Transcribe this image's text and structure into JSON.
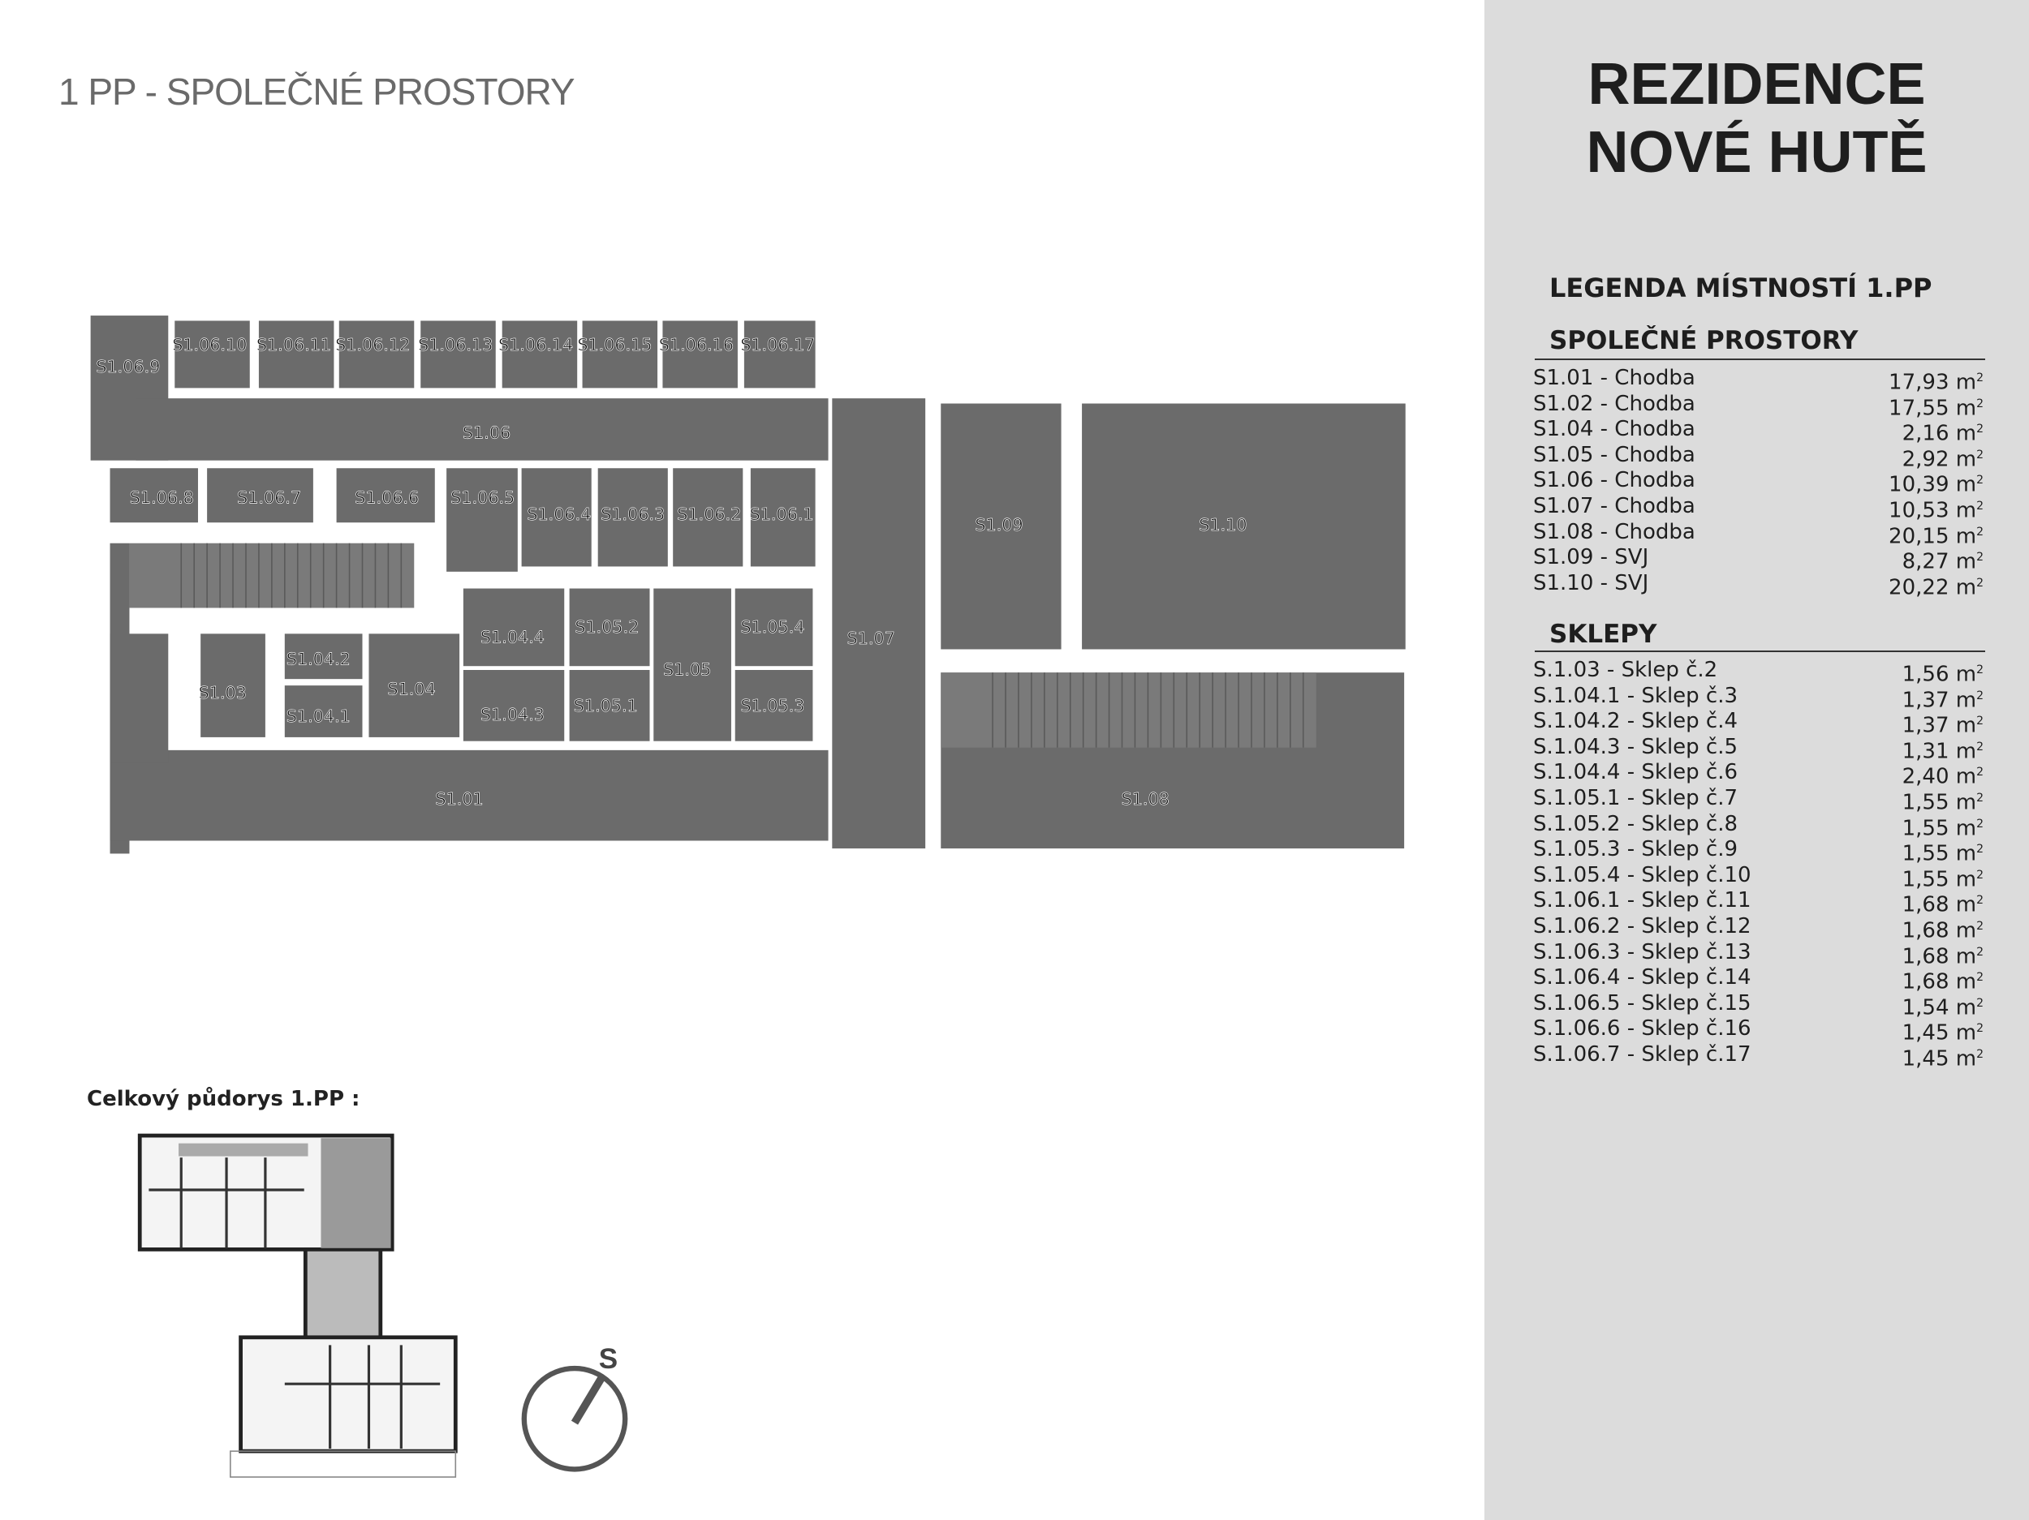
{
  "header": {
    "title": "1 PP - SPOLEČNÉ PROSTORY"
  },
  "brand": {
    "line1": "REZIDENCE",
    "line2": "NOVÉ HUTĚ"
  },
  "legend": {
    "title": "LEGENDA MÍSTNOSTÍ 1.PP",
    "unit": "m",
    "unit_sup": "2",
    "common": {
      "heading": "SPOLEČNÉ PROSTORY",
      "items": [
        {
          "name": "S1.01 - Chodba",
          "area": "17,93"
        },
        {
          "name": "S1.02 - Chodba",
          "area": "17,55"
        },
        {
          "name": "S1.04 - Chodba",
          "area": "2,16"
        },
        {
          "name": "S1.05 - Chodba",
          "area": "2,92"
        },
        {
          "name": "S1.06 - Chodba",
          "area": "10,39"
        },
        {
          "name": "S1.07 - Chodba",
          "area": "10,53"
        },
        {
          "name": "S1.08 - Chodba",
          "area": "20,15"
        },
        {
          "name": "S1.09 - SVJ",
          "area": "8,27"
        },
        {
          "name": "S1.10 - SVJ",
          "area": "20,22"
        }
      ]
    },
    "cellars": {
      "heading": "SKLEPY",
      "items": [
        {
          "name": "S.1.03 - Sklep č.2",
          "area": "1,56"
        },
        {
          "name": "S.1.04.1 - Sklep č.3",
          "area": "1,37"
        },
        {
          "name": "S.1.04.2 - Sklep č.4",
          "area": "1,37"
        },
        {
          "name": "S.1.04.3 - Sklep č.5",
          "area": "1,31"
        },
        {
          "name": "S.1.04.4 - Sklep č.6",
          "area": "2,40"
        },
        {
          "name": "S.1.05.1 - Sklep č.7",
          "area": "1,55"
        },
        {
          "name": "S.1.05.2 - Sklep č.8",
          "area": "1,55"
        },
        {
          "name": "S.1.05.3 - Sklep č.9",
          "area": "1,55"
        },
        {
          "name": "S.1.05.4 - Sklep č.10",
          "area": "1,55"
        },
        {
          "name": "S.1.06.1 - Sklep č.11",
          "area": "1,68"
        },
        {
          "name": "S.1.06.2 - Sklep č.12",
          "area": "1,68"
        },
        {
          "name": "S.1.06.3 - Sklep č.13",
          "area": "1,68"
        },
        {
          "name": "S.1.06.4 - Sklep č.14",
          "area": "1,68"
        },
        {
          "name": "S.1.06.5 - Sklep č.15",
          "area": "1,54"
        },
        {
          "name": "S.1.06.6 - Sklep č.16",
          "area": "1,45"
        },
        {
          "name": "S.1.06.7 - Sklep č.17",
          "area": "1,45"
        }
      ]
    }
  },
  "plan": {
    "rooms": [
      "S1.06.9",
      "S1.06.10",
      "S1.06.11",
      "S1.06.12",
      "S1.06.13",
      "S1.06.14",
      "S1.06.15",
      "S1.06.16",
      "S1.06.17",
      "S1.06",
      "S1.06.8",
      "S1.06.7",
      "S1.06.6",
      "S1.06.5",
      "S1.06.4",
      "S1.06.3",
      "S1.06.2",
      "S1.06.1",
      "S1.09",
      "S1.10",
      "S1.04.4",
      "S1.05.2",
      "S1.05.4",
      "S1.07",
      "S1.04.2",
      "S1.03",
      "S1.04",
      "S1.05",
      "S1.04.1",
      "S1.04.3",
      "S1.05.1",
      "S1.05.3",
      "S1.01",
      "S1.08"
    ]
  },
  "overview": {
    "label": "Celkový půdorys 1.PP :"
  },
  "compass": {
    "label": "S"
  },
  "colors": {
    "floor": "#6b6b6b",
    "panel": "#dcdcdc",
    "text": "#1e1e1e"
  }
}
